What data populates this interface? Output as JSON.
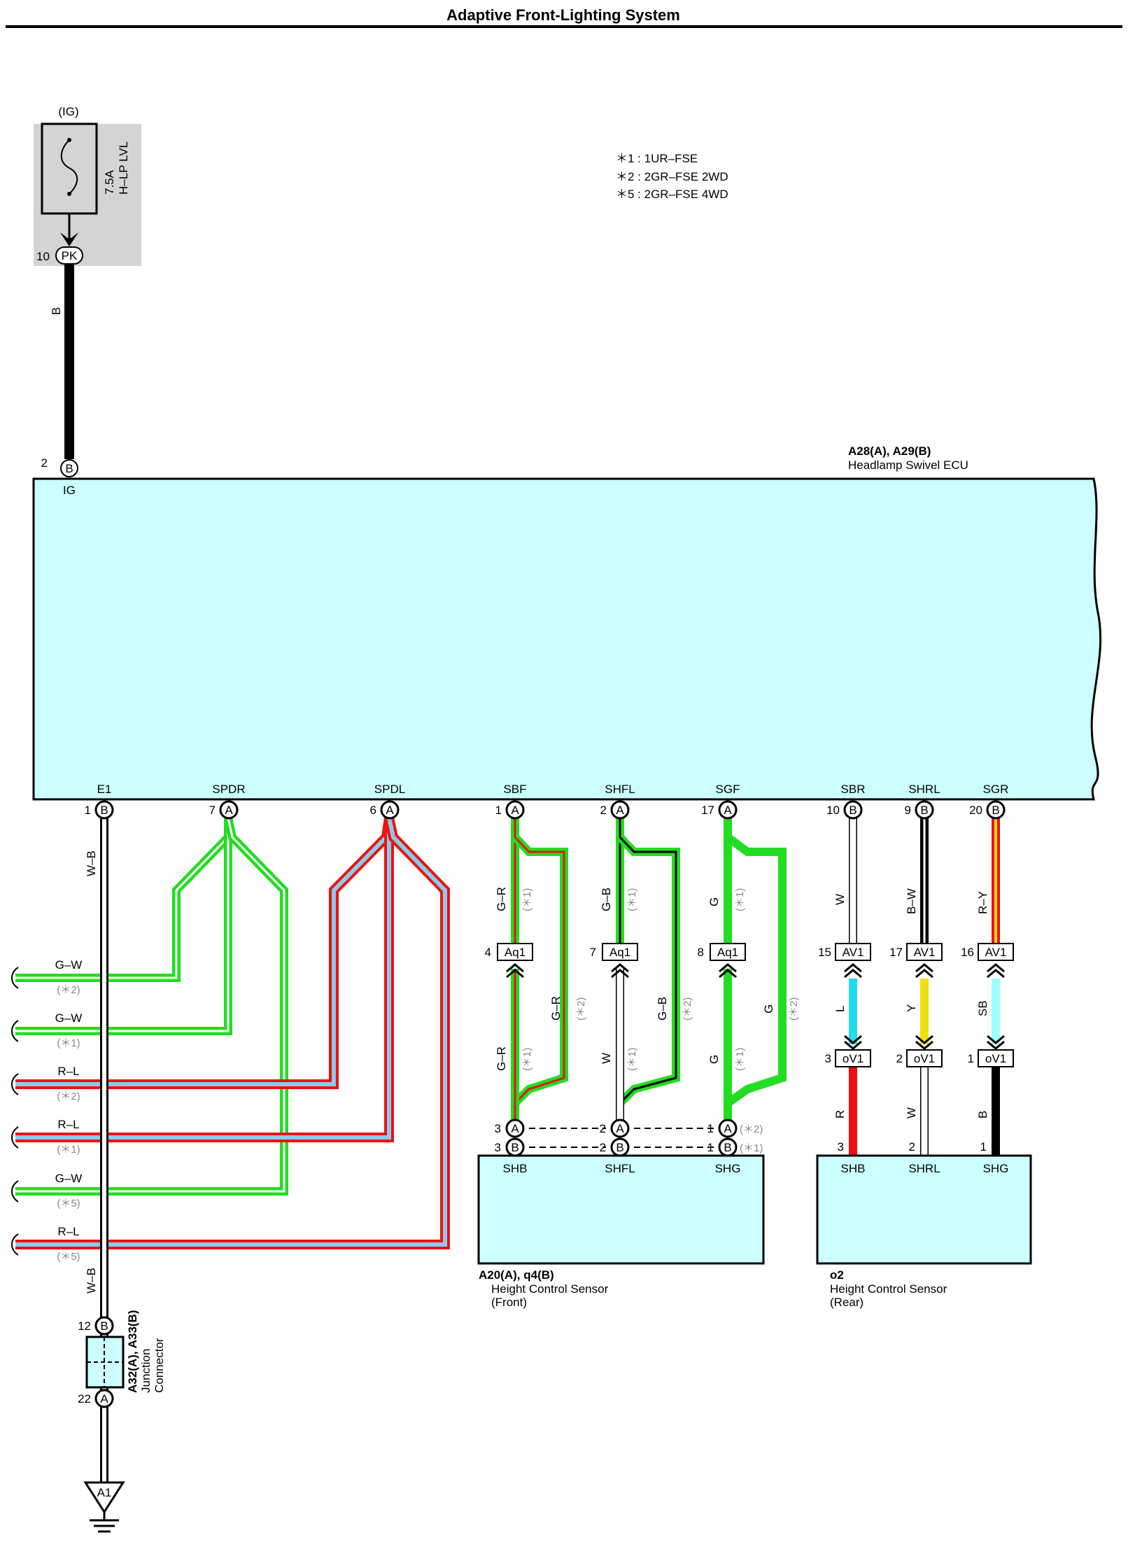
{
  "title": "Adaptive Front-Lighting System",
  "notes": [
    "＊1 : 1UR–FSE",
    "＊2 : 2GR–FSE 2WD",
    "＊5 : 2GR–FSE 4WD"
  ],
  "fuse": {
    "supply": "(IG)",
    "rating": "7.5A",
    "name": "H–LP LVL",
    "pin": "10",
    "connector": "PK",
    "wire": "B"
  },
  "ecu": {
    "code": "A28(A), A29(B)",
    "name": "Headlamp Swivel ECU",
    "ig_terminal": {
      "pin": "2",
      "connector": "B",
      "label": "IG"
    },
    "terminals": [
      {
        "label": "E1",
        "pin": "1",
        "connector": "B"
      },
      {
        "label": "SPDR",
        "pin": "7",
        "connector": "A"
      },
      {
        "label": "SPDL",
        "pin": "6",
        "connector": "A"
      },
      {
        "label": "SBF",
        "pin": "1",
        "connector": "A"
      },
      {
        "label": "SHFL",
        "pin": "2",
        "connector": "A"
      },
      {
        "label": "SGF",
        "pin": "17",
        "connector": "A"
      },
      {
        "label": "SBR",
        "pin": "10",
        "connector": "B"
      },
      {
        "label": "SHRL",
        "pin": "9",
        "connector": "B"
      },
      {
        "label": "SGR",
        "pin": "20",
        "connector": "B"
      }
    ]
  },
  "e1_wire": "W–B",
  "left_wires": [
    {
      "color": "G–W",
      "note": "(＊2)"
    },
    {
      "color": "G–W",
      "note": "(＊1)"
    },
    {
      "color": "R–L",
      "note": "(＊2)"
    },
    {
      "color": "R–L",
      "note": "(＊1)"
    },
    {
      "color": "G–W",
      "note": "(＊5)"
    },
    {
      "color": "R–L",
      "note": "(＊5)"
    }
  ],
  "front_upper": [
    {
      "wire": "G–R",
      "note": "(＊1)",
      "pin": "4",
      "conn": "Aq1"
    },
    {
      "wire": "G–B",
      "note": "(＊1)",
      "pin": "7",
      "conn": "Aq1"
    },
    {
      "wire": "G",
      "note": "(＊1)",
      "pin": "8",
      "conn": "Aq1"
    }
  ],
  "front_bypass": [
    {
      "wire": "G–R",
      "note": "(＊2)"
    },
    {
      "wire": "G–B",
      "note": "(＊2)"
    },
    {
      "wire": "G",
      "note": "(＊2)"
    }
  ],
  "front_lower": [
    {
      "wire": "G–R",
      "note": "(＊1)"
    },
    {
      "wire": "W",
      "note": "(＊1)"
    },
    {
      "wire": "G",
      "note": "(＊1)"
    }
  ],
  "front_pins": {
    "a": [
      "3",
      "2",
      "1"
    ],
    "b": [
      "3",
      "2",
      "1"
    ],
    "a_conn": "A",
    "b_conn": "B",
    "a_note": "(＊2)",
    "b_note": "(＊1)"
  },
  "rear_upper": [
    {
      "wire": "W",
      "pin": "15",
      "conn": "AV1"
    },
    {
      "wire": "B–W",
      "pin": "17",
      "conn": "AV1"
    },
    {
      "wire": "R–Y",
      "pin": "16",
      "conn": "AV1"
    }
  ],
  "rear_mid": [
    {
      "wire": "L",
      "pin": "3",
      "conn": "oV1"
    },
    {
      "wire": "Y",
      "pin": "2",
      "conn": "oV1"
    },
    {
      "wire": "SB",
      "pin": "1",
      "conn": "oV1"
    }
  ],
  "rear_lower": [
    {
      "wire": "R",
      "pin": "3"
    },
    {
      "wire": "W",
      "pin": "2"
    },
    {
      "wire": "B",
      "pin": "1"
    }
  ],
  "front_sensor": {
    "code": "A20(A), q4(B)",
    "name": "Height Control Sensor",
    "sub": "(Front)",
    "terminals": [
      "SHB",
      "SHFL",
      "SHG"
    ]
  },
  "rear_sensor": {
    "code": "o2",
    "name": "Height Control Sensor",
    "sub": "(Rear)",
    "terminals": [
      "SHB",
      "SHRL",
      "SHG"
    ]
  },
  "junction": {
    "code": "A32(A), A33(B)",
    "name1": "Junction",
    "name2": "Connector",
    "pin_top": "12",
    "conn_top": "B",
    "pin_bottom": "22",
    "conn_bottom": "A",
    "wire_below": "W–B"
  },
  "ground": {
    "label": "A1"
  },
  "colors": {
    "ecu_fill": "#ccffff",
    "green": "#22dd22",
    "red": "#ee1111",
    "lightblue": "#88ccee",
    "cyan": "#22ddee",
    "yellow": "#f0e010",
    "gray_box": "#d4d4d4"
  }
}
